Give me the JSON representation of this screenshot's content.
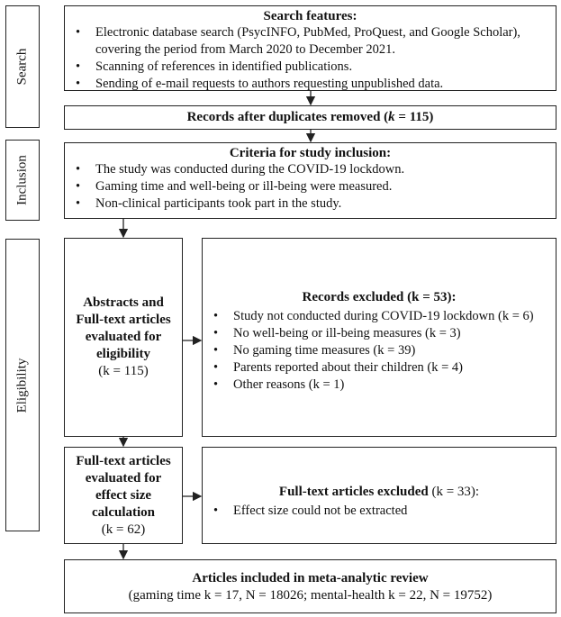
{
  "sides": {
    "search": "Search",
    "inclusion": "Inclusion",
    "eligibility": "Eligibility"
  },
  "search_box": {
    "title": "Search features:",
    "items": [
      "Electronic database search (PsycINFO, PubMed, ProQuest, and Google Scholar), covering the period from March 2020 to December 2021.",
      "Scanning of references in identified publications.",
      "Sending of e-mail requests to authors requesting unpublished data."
    ]
  },
  "duplicates_box": {
    "text": "Records after duplicates removed (",
    "k": "k",
    "value": " = 115)"
  },
  "criteria_box": {
    "title": "Criteria for study inclusion:",
    "items": [
      "The study was conducted during the COVID-19 lockdown.",
      "Gaming time and well-being or ill-being were measured.",
      "Non-clinical participants took part in the study."
    ]
  },
  "abstracts_box": {
    "line1": "Abstracts and",
    "line2": "Full-text articles",
    "line3": "evaluated for",
    "line4": "eligibility",
    "count": "(k = 115)"
  },
  "excluded_box": {
    "title": "Records excluded",
    "title_count": " (k = 53):",
    "items": [
      "Study not conducted during COVID-19 lockdown (k = 6)",
      "No well-being or ill-being measures (k = 3)",
      "No gaming time measures (k = 39)",
      "Parents reported about their children (k = 4)",
      "Other reasons (k = 1)"
    ]
  },
  "fulltext_box": {
    "line1": "Full-text articles",
    "line2": "evaluated for",
    "line3": "effect size",
    "line4": "calculation",
    "count": "(k = 62)"
  },
  "fulltext_excluded_box": {
    "title": "Full-text articles excluded",
    "title_count": " (k = 33):",
    "items": [
      "Effect size could not be extracted"
    ]
  },
  "final_box": {
    "title": "Articles included in meta-analytic review",
    "detail": "(gaming time k = 17, N = 18026; mental-health k = 22, N = 19752)"
  }
}
